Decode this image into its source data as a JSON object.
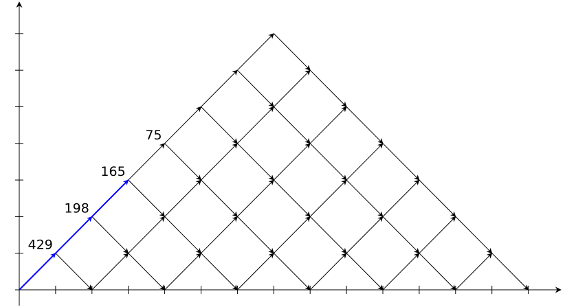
{
  "diagram": {
    "type": "lattice-path-diagram",
    "colors": {
      "edge": "#000000",
      "highlight": "#0000ff",
      "axis": "#000000",
      "background": "#ffffff"
    },
    "x_ticks": 14,
    "y_ticks": 7,
    "apex": [
      7,
      7
    ],
    "width": 14,
    "highlighted_path": [
      [
        0,
        0
      ],
      [
        1,
        1
      ],
      [
        2,
        2
      ],
      [
        3,
        3
      ]
    ],
    "point_labels": [
      {
        "point": [
          1,
          1
        ],
        "text": "429"
      },
      {
        "point": [
          2,
          2
        ],
        "text": "198"
      },
      {
        "point": [
          3,
          3
        ],
        "text": "165"
      },
      {
        "point": [
          4,
          4
        ],
        "text": "75"
      }
    ]
  }
}
